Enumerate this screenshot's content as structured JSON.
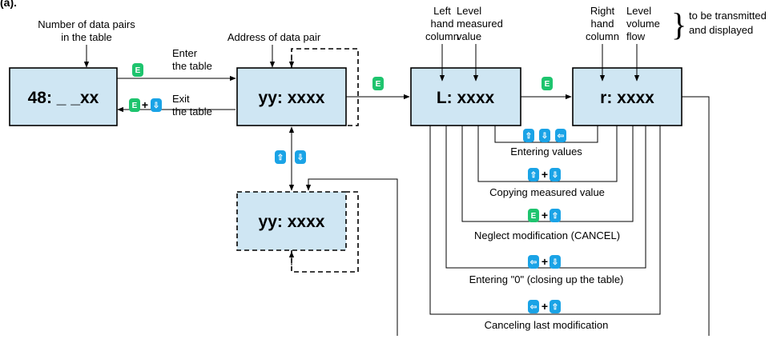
{
  "fragment": "(a).",
  "displays": {
    "counter": "48: _ _xx",
    "address": "yy: xxxx",
    "address_copy": "yy: xxxx",
    "left": "L: xxxx",
    "right": "r: xxxx"
  },
  "labels": {
    "number_pairs_1": "Number of data pairs",
    "number_pairs_2": "in the table",
    "address_pair": "Address of data pair",
    "enter_1": "Enter",
    "enter_2": "the table",
    "exit_1": "Exit",
    "exit_2": "the table",
    "left_1": "Left",
    "left_2": "hand",
    "left_3": "column",
    "level_measured_1": "Level",
    "level_measured_2": "measured",
    "level_measured_3": "value",
    "right_1": "Right",
    "right_2": "hand",
    "right_3": "column",
    "level_volume_1": "Level",
    "level_volume_2": "volume",
    "level_volume_3": "flow",
    "transmit_1": "to be transmitted",
    "transmit_2": "and displayed",
    "brace": "}",
    "plus": "+"
  },
  "actions": {
    "entering_values": "Entering values",
    "copying": "Copying measured value",
    "neglect": "Neglect modification (CANCEL)",
    "entering_zero": "Entering \"0\" (closing up the table)",
    "canceling": "Canceling last modification"
  },
  "keys": {
    "enter": "E",
    "up": "⇧",
    "down": "⇩",
    "left": "⇦"
  },
  "colors": {
    "display_fill": "#cfe6f3",
    "key_enter": "#1ec46e",
    "key_arrow": "#1aa3e6"
  }
}
